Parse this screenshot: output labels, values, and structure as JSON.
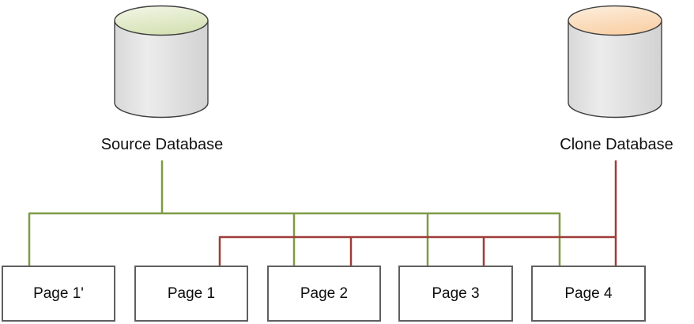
{
  "databases": [
    {
      "label": "Source Database",
      "top_color": "#d6e2b6",
      "top_color_light": "#f3f7e8",
      "accent": "#7e9b45"
    },
    {
      "label": "Clone Database",
      "top_color": "#f9d2a9",
      "top_color_light": "#fdeede",
      "accent": "#9e3c38"
    }
  ],
  "pages": [
    {
      "label": "Page 1'"
    },
    {
      "label": "Page 1"
    },
    {
      "label": "Page 2"
    },
    {
      "label": "Page 3"
    },
    {
      "label": "Page 4"
    }
  ],
  "connectors": [
    {
      "name": "source-connector",
      "color": "#7e9b45",
      "segments": [
        [
          [
            205,
            203
          ],
          [
            205,
            270
          ]
        ],
        [
          [
            37,
            336
          ],
          [
            37,
            270
          ],
          [
            708,
            270
          ],
          [
            708,
            336
          ]
        ],
        [
          [
            372,
            270
          ],
          [
            372,
            336
          ]
        ],
        [
          [
            541,
            270
          ],
          [
            541,
            336
          ]
        ]
      ]
    },
    {
      "name": "clone-connector",
      "color": "#9e3c38",
      "segments": [
        [
          [
            779,
            203
          ],
          [
            779,
            336
          ]
        ],
        [
          [
            278,
            336
          ],
          [
            278,
            300
          ],
          [
            779,
            300
          ]
        ],
        [
          [
            444,
            300
          ],
          [
            444,
            336
          ]
        ],
        [
          [
            612,
            300
          ],
          [
            612,
            336
          ]
        ]
      ]
    }
  ],
  "styles": {
    "cylinder_body": "#e6e6e6",
    "cylinder_outline": "#404040",
    "box_border": "#5f5f5f"
  }
}
